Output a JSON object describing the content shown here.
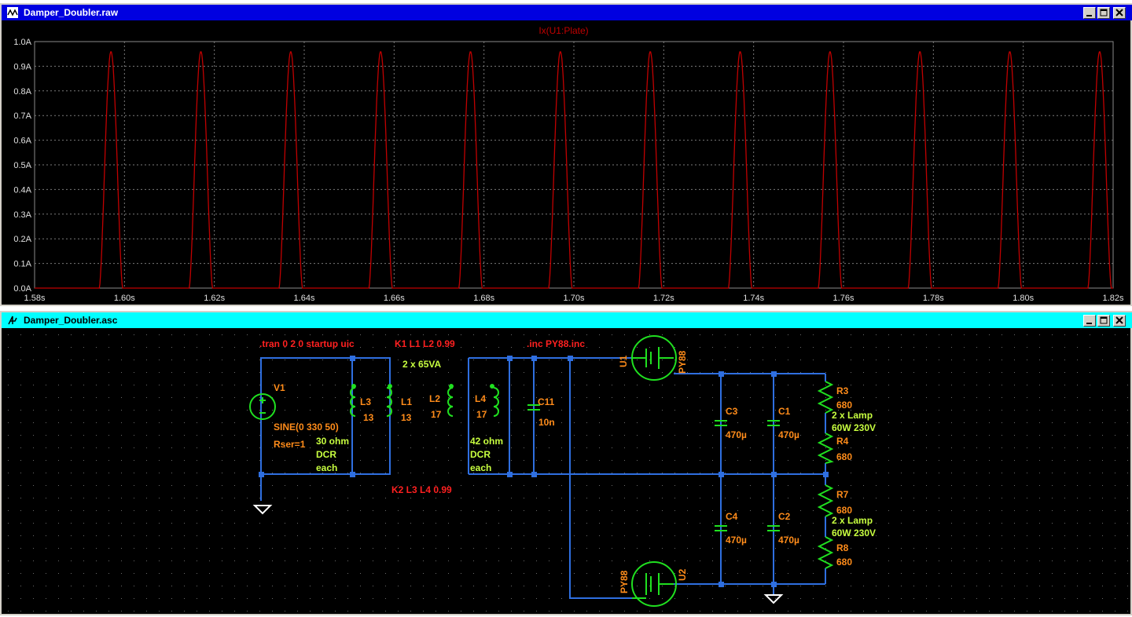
{
  "plot_window": {
    "title": "Damper_Doubler.raw",
    "trace_label": "Ix(U1:Plate)",
    "trace_color": "#c00000",
    "title_bar_color": "#0000e0"
  },
  "chart_data": {
    "type": "line",
    "title": "Ix(U1:Plate)",
    "xlabel": "",
    "ylabel": "",
    "xlim": [
      1.58,
      1.82
    ],
    "ylim": [
      0.0,
      1.0
    ],
    "x_ticks": [
      "1.58s",
      "1.60s",
      "1.62s",
      "1.64s",
      "1.66s",
      "1.68s",
      "1.70s",
      "1.72s",
      "1.74s",
      "1.76s",
      "1.78s",
      "1.80s",
      "1.82s"
    ],
    "y_ticks": [
      "0.0A",
      "0.1A",
      "0.2A",
      "0.3A",
      "0.4A",
      "0.5A",
      "0.6A",
      "0.7A",
      "0.8A",
      "0.9A",
      "1.0A"
    ],
    "grid": true,
    "series": [
      {
        "pulse_peak_A": 0.96,
        "pulse_period_s": 0.02,
        "pulse_width_s": 0.0052,
        "pulse_centers_s": [
          1.597,
          1.617,
          1.637,
          1.657,
          1.677,
          1.697,
          1.717,
          1.737,
          1.757,
          1.777,
          1.797,
          1.817
        ]
      }
    ]
  },
  "schematic_window": {
    "title": "Damper_Doubler.asc",
    "title_bar_color": "#00ffff",
    "directives": {
      "tran": ".tran 0 2 0 startup uic",
      "k1": "K1 L1 L2 0.99",
      "k2": "K2 L3 L4  0.99",
      "inc": ".inc PY88.inc"
    },
    "labels": {
      "transformer_rating": "2 x 65VA",
      "v1_name": "V1",
      "v1_value": "SINE(0 330 50)",
      "v1_rser": "Rser=1",
      "dcr_left": [
        "30 ohm",
        "DCR",
        "each"
      ],
      "dcr_right": [
        "42 ohm",
        "DCR",
        "each"
      ],
      "l3": "L3",
      "l3_val": "13",
      "l1": "L1",
      "l1_val": "13",
      "l2": "L2",
      "l2_val": "17",
      "l4": "L4",
      "l4_val": "17",
      "c11": "C11",
      "c11_val": "10n",
      "u1": "U1",
      "u1_model": "PY88",
      "u2": "U2",
      "u2_model": "PY88",
      "c3": "C3",
      "c3_val": "470µ",
      "c1": "C1",
      "c1_val": "470µ",
      "c4": "C4",
      "c4_val": "470µ",
      "c2": "C2",
      "c2_val": "470µ",
      "r3": "R3",
      "r3_val": "680",
      "r4": "R4",
      "r4_val": "680",
      "r7": "R7",
      "r7_val": "680",
      "r8": "R8",
      "r8_val": "680",
      "lamp_top": [
        "2 x Lamp",
        "60W  230V"
      ],
      "lamp_bottom": [
        "2 x Lamp",
        "60W  230V"
      ]
    },
    "colors": {
      "wire": "#2f6fe0",
      "component": "#20e020",
      "directive": "#ff2020",
      "label": "#ff8c1a",
      "value": "#c8ff40"
    }
  }
}
